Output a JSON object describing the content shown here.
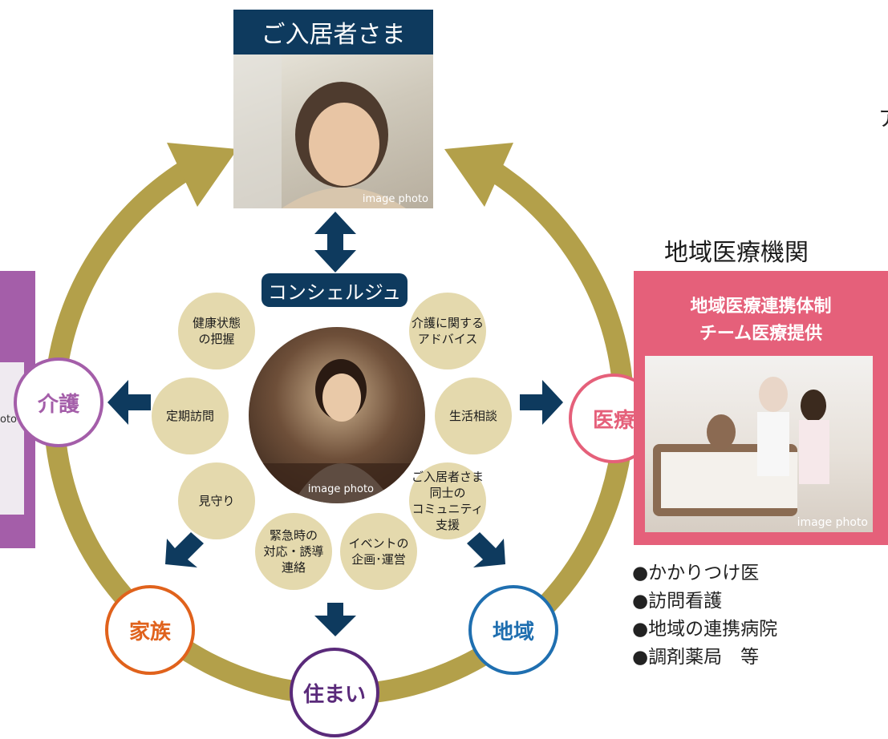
{
  "resident": {
    "title": "ご入居者さま",
    "photo_credit": "image photo"
  },
  "concierge": {
    "label": "コンシェルジュ",
    "photo_credit": "image photo"
  },
  "services": [
    {
      "text": "健康状態\nの把握"
    },
    {
      "text": "介護に関する\nアドバイス"
    },
    {
      "text": "定期訪問"
    },
    {
      "text": "生活相談"
    },
    {
      "text": "見守り"
    },
    {
      "text": "ご入居者さま\n同士の\nコミュニティ\n支援"
    },
    {
      "text": "緊急時の\n対応・誘導\n連絡"
    },
    {
      "text": "イベントの\n企画･運営"
    }
  ],
  "nodes": {
    "care": {
      "label": "介護",
      "color": "#a45ea9"
    },
    "medical": {
      "label": "医療",
      "color": "#e5607a"
    },
    "family": {
      "label": "家族",
      "color": "#e0621c"
    },
    "housing": {
      "label": "住まい",
      "color": "#5a2a7a"
    },
    "region": {
      "label": "地域",
      "color": "#1f6fb0"
    }
  },
  "medical_section": {
    "title": "地域医療機関",
    "panel_line1": "地域医療連携体制",
    "panel_line2": "チーム医療提供",
    "photo_credit": "image photo",
    "list": [
      "●かかりつけ医",
      "●訪問看護",
      "●地域の連携病院",
      "●調剤薬局　等"
    ]
  },
  "care_panel": {
    "photo_credit_partial": "oto"
  },
  "partial_heading_char": "ア",
  "colors": {
    "ring": "#b3a04a",
    "arrow_navy": "#0e3a5e",
    "service_fill": "#e4d9ad"
  }
}
